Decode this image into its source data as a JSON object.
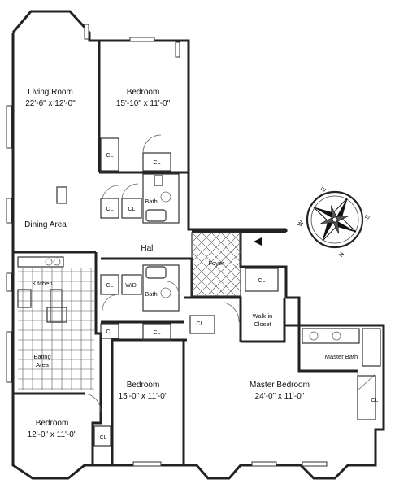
{
  "rooms": {
    "living_room": {
      "name": "Living Room",
      "dims": "22'-6\" x 12'-0\""
    },
    "bedroom_top": {
      "name": "Bedroom",
      "dims": "15'-10\" x 11'-0\""
    },
    "dining_area": {
      "name": "Dining Area"
    },
    "hall": {
      "name": "Hall"
    },
    "foyer": {
      "name": "Foyer"
    },
    "kitchen": {
      "name": "Kitchen"
    },
    "eating_area": {
      "line1": "Eating",
      "line2": "Area"
    },
    "bedroom_middle": {
      "name": "Bedroom",
      "dims": "15'-0\" x 11'-0\""
    },
    "bedroom_left": {
      "name": "Bedroom",
      "dims": "12'-0\" x 11'-0\""
    },
    "master_bedroom": {
      "name": "Master Bedroom",
      "dims": "24'-0\" x 11'-0\""
    },
    "walk_in_closet": {
      "line1": "Walk-in",
      "line2": "Closet"
    },
    "master_bath": {
      "name": "Master Bath"
    },
    "bath_top": {
      "name": "Bath"
    },
    "bath_middle": {
      "name": "Bath"
    },
    "wd": {
      "name": "W/D"
    }
  },
  "closet_label": "CL",
  "compass": {
    "n": "N",
    "s": "S",
    "e": "E",
    "w": "W"
  }
}
